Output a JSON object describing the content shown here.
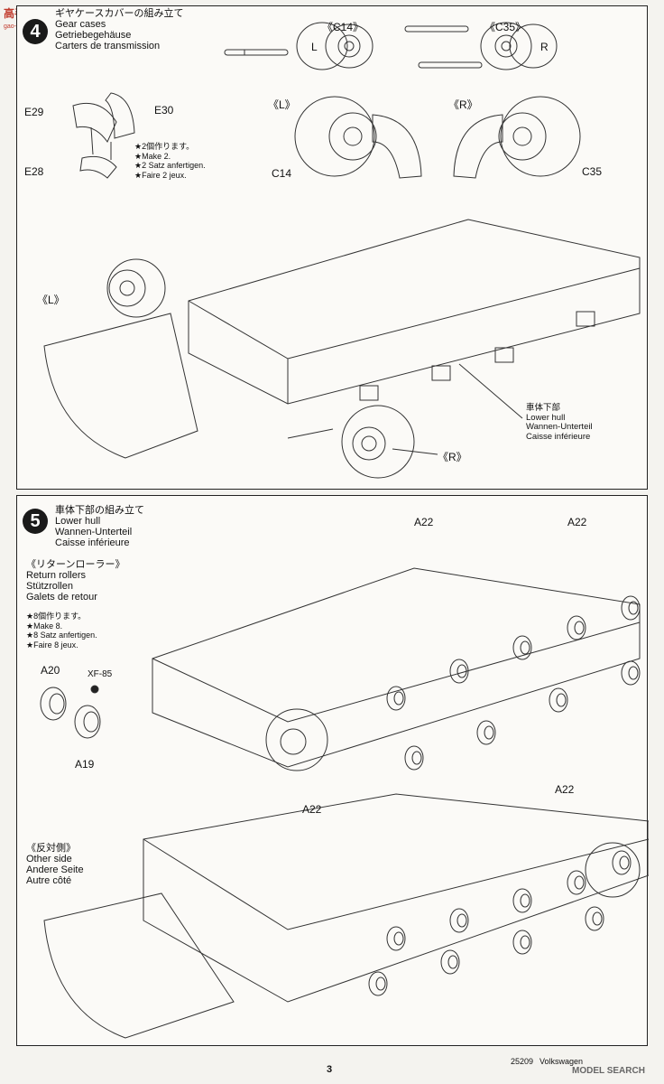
{
  "watermark": {
    "logo": "高手网",
    "site": "gao-shou.com"
  },
  "step4": {
    "number": "4",
    "title_jp": "ギヤケースカバーの組み立て",
    "title_en": "Gear cases",
    "title_de": "Getriebegehäuse",
    "title_fr": "Carters de transmission",
    "parts": {
      "e29": "E29",
      "e30": "E30",
      "e28": "E28",
      "c14": "C14",
      "c35": "C35"
    },
    "callouts": {
      "c14_top": "《C14》",
      "c35_top": "《C35》",
      "l_mid": "《L》",
      "r_mid": "《R》",
      "l_hull": "《L》",
      "r_hull": "《R》",
      "l_disk": "L",
      "r_disk": "R"
    },
    "make_note": [
      "★2個作ります。",
      "★Make 2.",
      "★2 Satz anfertigen.",
      "★Faire 2 jeux."
    ],
    "hull_label": [
      "車体下部",
      "Lower hull",
      "Wannen-Unterteil",
      "Caisse inférieure"
    ]
  },
  "step5": {
    "number": "5",
    "title_jp": "車体下部の組み立て",
    "title_en": "Lower hull",
    "title_de": "Wannen-Unterteil",
    "title_fr": "Caisse inférieure",
    "return_rollers": [
      "《リターンローラー》",
      "Return rollers",
      "Stützrollen",
      "Galets de retour"
    ],
    "make_note": [
      "★8個作ります。",
      "★Make 8.",
      "★8 Satz anfertigen.",
      "★Faire 8 jeux."
    ],
    "parts": {
      "a20": "A20",
      "a19": "A19",
      "xf85": "XF-85",
      "a22": "A22"
    },
    "other_side": [
      "《反対側》",
      "Other side",
      "Andere Seite",
      "Autre côté"
    ]
  },
  "footer": {
    "page_number": "3",
    "code": "25209",
    "brand_text": "Volkswagen",
    "watermark": "MODEL SEARCH"
  }
}
